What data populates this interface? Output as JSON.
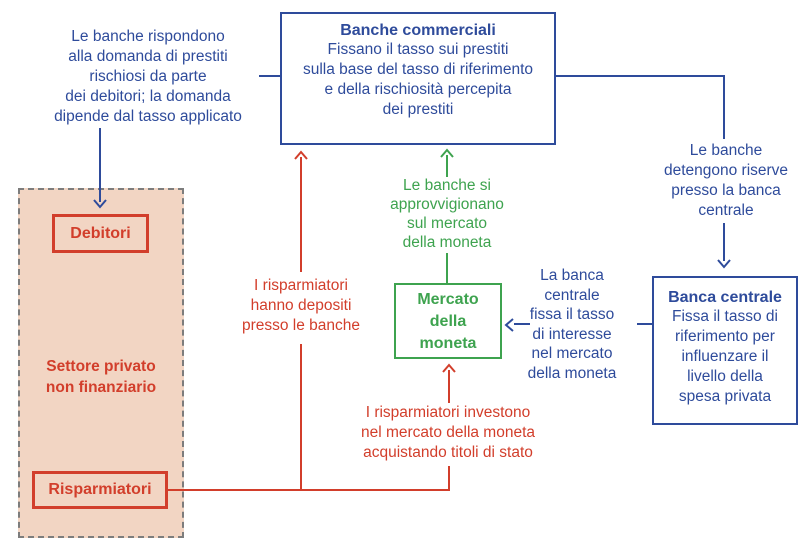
{
  "palette": {
    "blue": "#2e4b9b",
    "red": "#d23e2b",
    "green": "#3ea34f",
    "region_fill": "#f2d5c3",
    "region_border": "#7d7d7d"
  },
  "nodes": {
    "banche_commerciali": {
      "title": "Banche commerciali",
      "body": [
        "Fissano il tasso sui prestiti",
        "sulla base del tasso di riferimento",
        "e della rischiosità percepita",
        "dei prestiti"
      ]
    },
    "banca_centrale": {
      "title": "Banca centrale",
      "body": [
        "Fissa il tasso di",
        "riferimento per",
        "influenzare il",
        "livello della",
        "spesa privata"
      ]
    },
    "mercato_moneta": {
      "label": [
        "Mercato",
        "della",
        "moneta"
      ]
    },
    "settore_privato": {
      "label": [
        "Settore privato",
        "non finanziario"
      ]
    },
    "debitori": {
      "label": "Debitori"
    },
    "risparmiatori": {
      "label": "Risparmiatori"
    }
  },
  "annotations": {
    "domanda_prestiti": [
      "Le banche rispondono",
      "alla domanda di prestiti",
      "rischiosi da parte",
      "dei debitori; la domanda",
      "dipende dal tasso applicato"
    ],
    "riserve": [
      "Le banche",
      "detengono riserve",
      "presso la banca",
      "centrale"
    ],
    "approvvigionamento": [
      "Le banche si",
      "approvvigionano",
      "sul mercato",
      "della moneta"
    ],
    "tasso_interesse": [
      "La banca",
      "centrale",
      "fissa il tasso",
      "di interesse",
      "nel mercato",
      "della moneta"
    ],
    "depositi": [
      "I risparmiatori",
      "hanno depositi",
      "presso le banche"
    ],
    "investimento": [
      "I risparmiatori investono",
      "nel mercato della moneta",
      "acquistando titoli di stato"
    ]
  }
}
